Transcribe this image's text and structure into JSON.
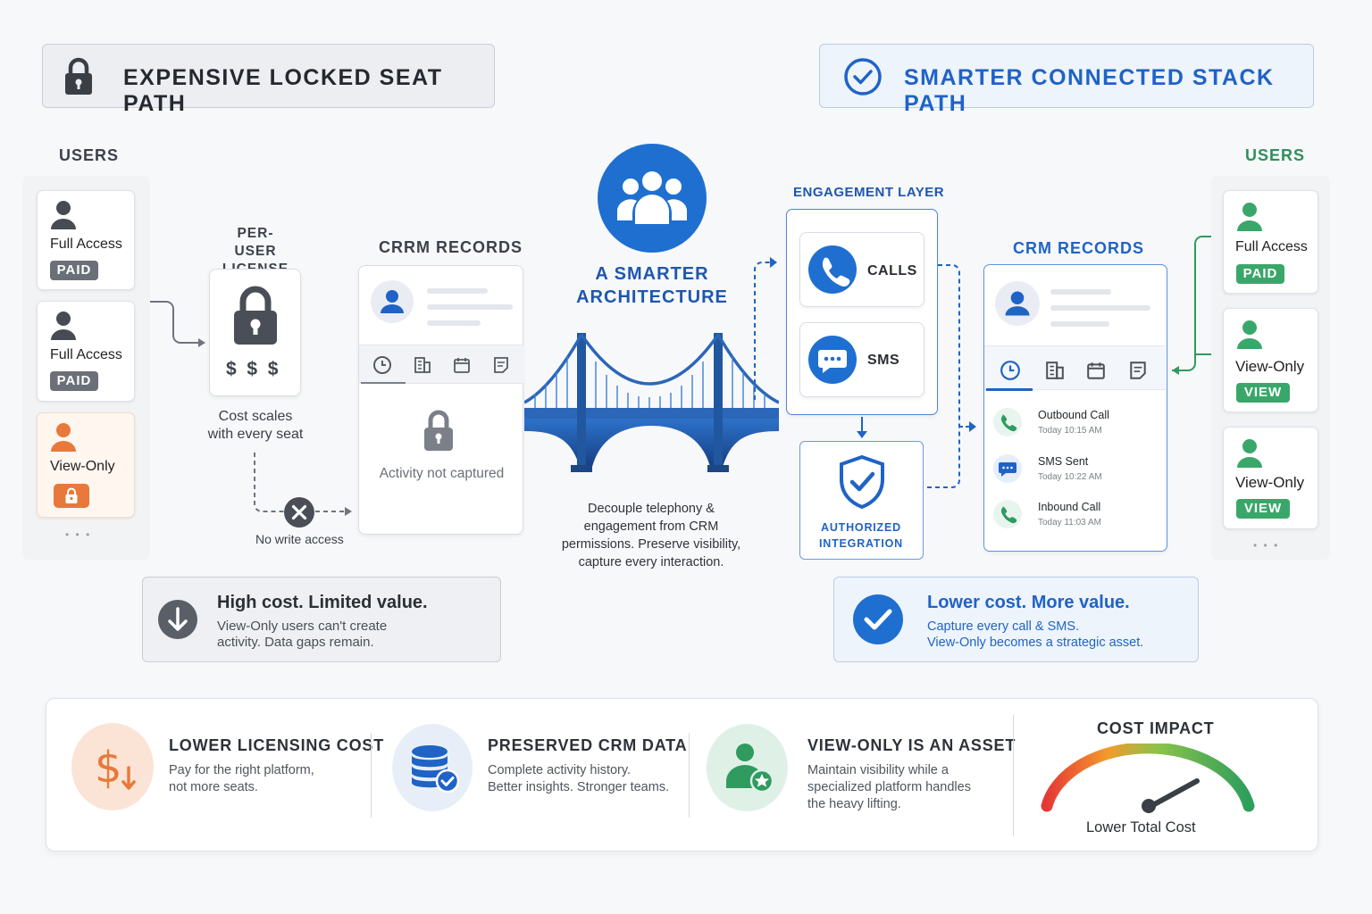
{
  "header_left": {
    "title": "EXPENSIVE LOCKED SEAT PATH",
    "icon": "lock-icon"
  },
  "header_right": {
    "title": "SMARTER CONNECTED STACK PATH",
    "icon": "check-circle-icon"
  },
  "left_users": {
    "label": "USERS",
    "cards": [
      {
        "name": "Full Access",
        "badge": "PAID"
      },
      {
        "name": "Full Access",
        "badge": "PAID"
      },
      {
        "name": "View-Only",
        "badge_icon": "lock-icon"
      }
    ],
    "more": "• • •"
  },
  "license": {
    "label_line1": "PER-USER",
    "label_line2": "LICENSE",
    "dollars": "$  $  $",
    "caption_line1": "Cost scales",
    "caption_line2": "with every seat"
  },
  "no_write": {
    "text": "No write access"
  },
  "left_crm": {
    "label": "CRRM RECORDS",
    "empty_text": "Activity not captured"
  },
  "center": {
    "title_line1": "A SMARTER",
    "title_line2": "ARCHITECTURE",
    "caption": [
      "Decouple telephony &",
      "engagement from CRM",
      "permissions. Preserve visibility,",
      "capture every interaction."
    ]
  },
  "engagement": {
    "label": "ENGAGEMENT LAYER",
    "calls": "CALLS",
    "sms": "SMS"
  },
  "integration": {
    "line1": "AUTHORIZED",
    "line2": "INTEGRATION"
  },
  "right_crm": {
    "label": "CRM RECORDS",
    "activities": [
      {
        "title": "Outbound Call",
        "time": "Today 10:15 AM",
        "icon": "phone-icon"
      },
      {
        "title": "SMS Sent",
        "time": "Today 10:22 AM",
        "icon": "chat-icon"
      },
      {
        "title": "Inbound Call",
        "time": "Today 11:03 AM",
        "icon": "phone-icon"
      }
    ]
  },
  "right_users": {
    "label": "USERS",
    "cards": [
      {
        "name": "Full Access",
        "badge": "PAID"
      },
      {
        "name": "View-Only",
        "badge": "VIEW"
      },
      {
        "name": "View-Only",
        "badge": "VIEW"
      }
    ],
    "more": "• • •"
  },
  "summary_left": {
    "title": "High cost. Limited value.",
    "line1": "View-Only users can't create",
    "line2": "activity. Data gaps remain."
  },
  "summary_right": {
    "title": "Lower cost. More value.",
    "line1": "Capture every call & SMS.",
    "line2": "View-Only becomes a strategic asset."
  },
  "features": [
    {
      "title": "LOWER LICENSING COST",
      "line1": "Pay for the right platform,",
      "line2": "not more seats.",
      "line3": ""
    },
    {
      "title": "PRESERVED CRM DATA",
      "line1": "Complete activity history.",
      "line2": "Better insights. Stronger teams.",
      "line3": ""
    },
    {
      "title": "VIEW-ONLY IS AN ASSET",
      "line1": "Maintain visibility while a",
      "line2": "specialized platform handles",
      "line3": "the heavy lifting."
    }
  ],
  "cost_impact": {
    "title": "COST IMPACT",
    "caption": "Lower Total Cost"
  },
  "colors": {
    "blue": "#1f63c6",
    "green": "#3aa76a",
    "orange": "#e8793a",
    "gray": "#6b7078"
  }
}
